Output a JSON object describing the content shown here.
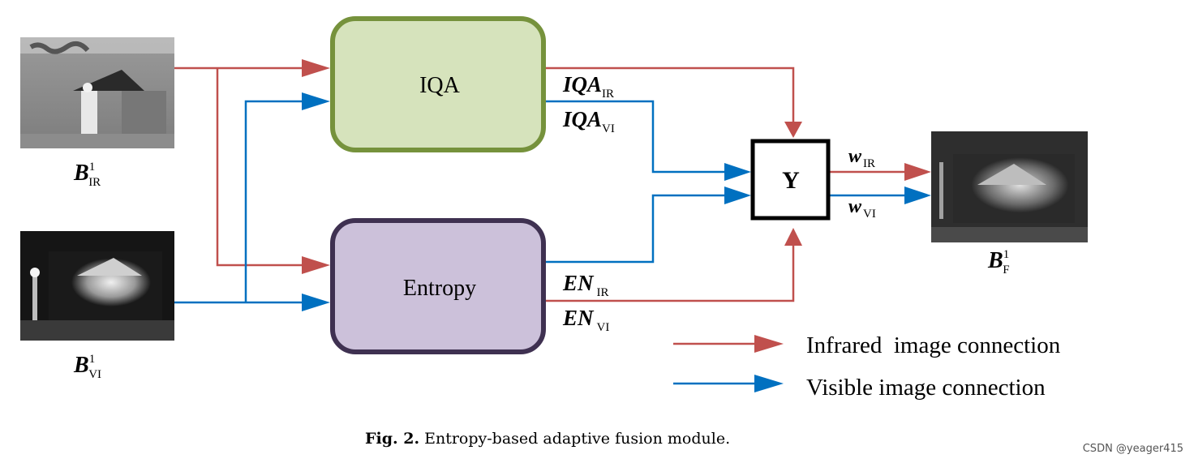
{
  "colors": {
    "infrared": "#c0504d",
    "visible": "#0070c0",
    "iqa_fill": "#d6e3bc",
    "iqa_border": "#76923c",
    "entropy_fill": "#ccc1da",
    "entropy_border": "#3f3151"
  },
  "blocks": {
    "iqa": "IQA",
    "entropy": "Entropy",
    "y": "Y"
  },
  "images": {
    "ir": {
      "base": "B",
      "sup": "1",
      "sub": "IR"
    },
    "vi": {
      "base": "B",
      "sup": "1",
      "sub": "VI"
    },
    "fused": {
      "base": "B",
      "sup": "1",
      "sub": "F"
    }
  },
  "signals": {
    "iqa_ir": {
      "base": "IQA",
      "sub": "IR"
    },
    "iqa_vi": {
      "base": "IQA",
      "sub": "VI"
    },
    "en_ir": {
      "base": "EN",
      "sub": "IR"
    },
    "en_vi": {
      "base": "EN",
      "sub": "VI"
    },
    "w_ir": {
      "base": "w",
      "sub": "IR"
    },
    "w_vi": {
      "base": "w",
      "sub": "VI"
    }
  },
  "legend": {
    "infrared": "Infrared  image connection",
    "visible": "Visible image connection"
  },
  "caption": {
    "label": "Fig. 2.",
    "text": " Entropy-based adaptive fusion module."
  },
  "watermark": "CSDN @yeager415"
}
